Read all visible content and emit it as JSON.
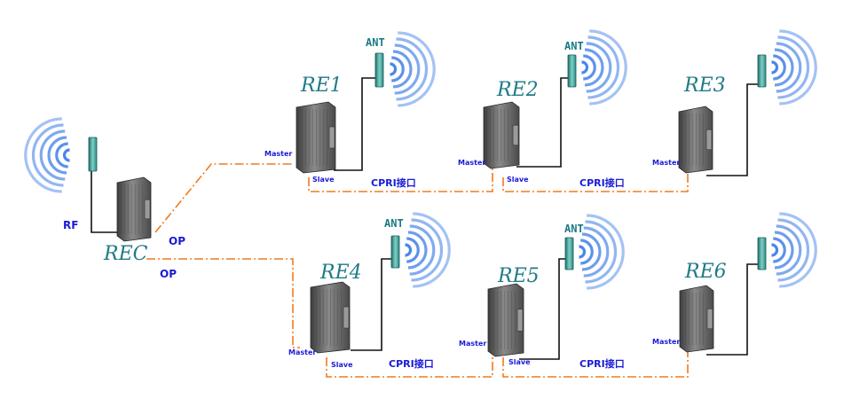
{
  "units": [
    {
      "id": "REC",
      "label": "REC"
    },
    {
      "id": "RE1",
      "label": "RE1"
    },
    {
      "id": "RE2",
      "label": "RE2"
    },
    {
      "id": "RE3",
      "label": "RE3"
    },
    {
      "id": "RE4",
      "label": "RE4"
    },
    {
      "id": "RE5",
      "label": "RE5"
    },
    {
      "id": "RE6",
      "label": "RE6"
    }
  ],
  "labels": {
    "rf": "RF",
    "op": "OP",
    "ant": "ANT",
    "master": "Master",
    "slave": "Slave",
    "cpri": "CPRI接口"
  },
  "colors": {
    "fiber": "#f07b1e",
    "text_blue": "#1a1ad6",
    "title_teal": "#1f7a86",
    "antenna": "#2f9a94",
    "wave": "#4a86e8",
    "unit_body": "#6b6b6b"
  }
}
